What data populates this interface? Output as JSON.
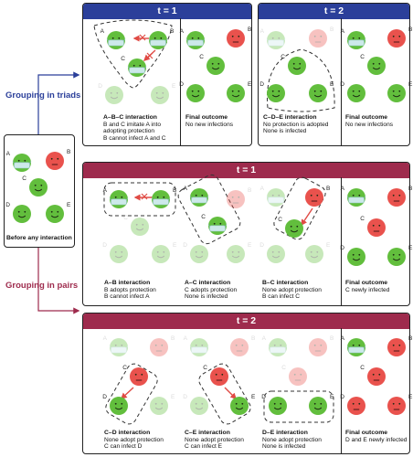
{
  "labels": {
    "triads": "Grouping in triads",
    "pairs": "Grouping in pairs",
    "before": "Before any interaction"
  },
  "colors": {
    "green": "#62be3d",
    "red": "#e9524d",
    "blue_header": "#2b3f9a",
    "red_header": "#9e2b4d",
    "mask": "#cde9ea"
  },
  "triads": {
    "t1_title": "t = 1",
    "t2_title": "t = 2",
    "panels": [
      {
        "title": "A–B–C interaction",
        "lines": [
          "B and C imitate A into",
          "adopting protection",
          "B cannot infect A and C"
        ]
      },
      {
        "title": "Final outcome",
        "lines": [
          "No new infections"
        ]
      },
      {
        "title": "C–D–E interaction",
        "lines": [
          "No protection is adopted",
          "None is infected"
        ]
      },
      {
        "title": "Final outcome",
        "lines": [
          "No new infections"
        ]
      }
    ]
  },
  "pairs": {
    "t1_title": "t = 1",
    "t2_title": "t = 2",
    "row1": [
      {
        "title": "A–B interaction",
        "lines": [
          "B adopts protection",
          "B cannot infect A"
        ]
      },
      {
        "title": "A–C interaction",
        "lines": [
          "C adopts protection",
          "None is infected"
        ]
      },
      {
        "title": "B–C interaction",
        "lines": [
          "None adopt protection",
          "B can infect C"
        ]
      },
      {
        "title": "Final outcome",
        "lines": [
          "C newly infected"
        ]
      }
    ],
    "row2": [
      {
        "title": "C–D interaction",
        "lines": [
          "None adopt protection",
          "C can infect D"
        ]
      },
      {
        "title": "C–E interaction",
        "lines": [
          "None adopt protection",
          "C can infect E"
        ]
      },
      {
        "title": "D–E interaction",
        "lines": [
          "None adopt protection",
          "None is infected"
        ]
      },
      {
        "title": "Final outcome",
        "lines": [
          "D and E newly infected"
        ]
      }
    ]
  },
  "node_letters": {
    "a": "A",
    "b": "B",
    "c": "C",
    "d": "D",
    "e": "E"
  }
}
